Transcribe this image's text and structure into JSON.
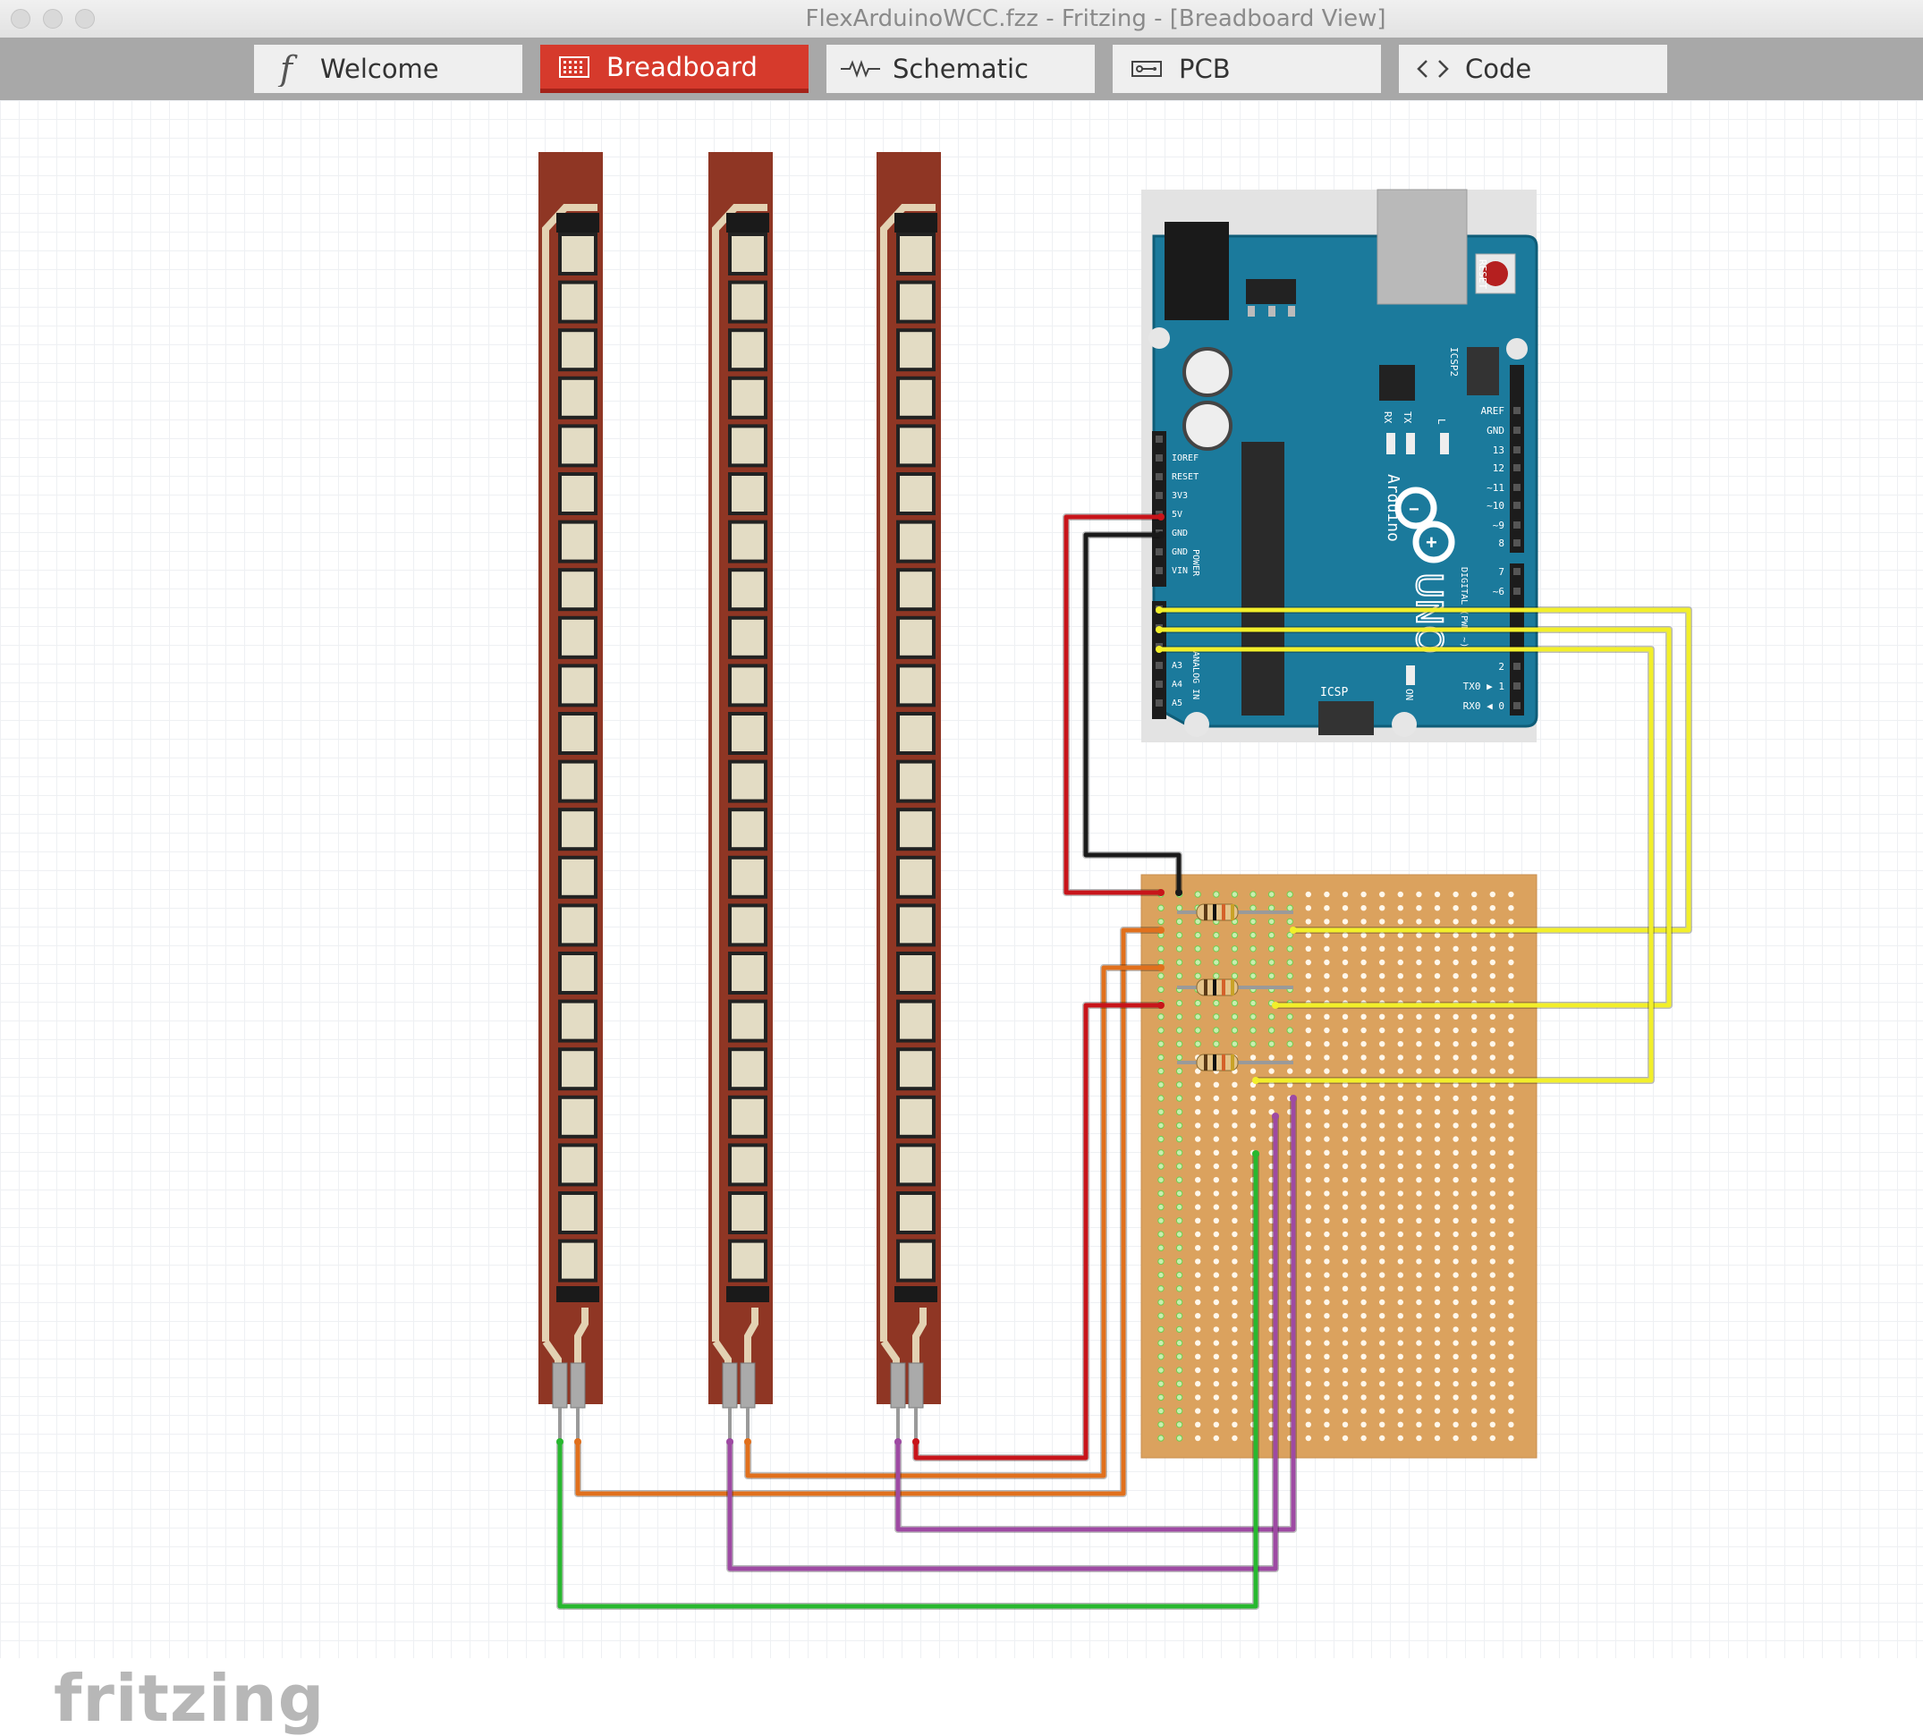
{
  "window": {
    "title": "FlexArduinoWCC.fzz - Fritzing - [Breadboard View]"
  },
  "tabs": [
    {
      "label": "Welcome",
      "icon": "fritzing-f-icon",
      "active": false
    },
    {
      "label": "Breadboard",
      "icon": "breadboard-icon",
      "active": true
    },
    {
      "label": "Schematic",
      "icon": "schematic-icon",
      "active": false
    },
    {
      "label": "PCB",
      "icon": "pcb-icon",
      "active": false
    },
    {
      "label": "Code",
      "icon": "code-icon",
      "active": false
    }
  ],
  "colors": {
    "active_tab": "#d63a2c",
    "arduino_board": "#1b7a9c",
    "flex_sensor": "#8f3624",
    "perfboard": "#dba25e",
    "wire_red": "#c8141a",
    "wire_black": "#1a1a1a",
    "wire_yellow": "#f2ef2a",
    "wire_orange": "#e1701c",
    "wire_green": "#28b82f",
    "wire_purple": "#9e4aa3"
  },
  "arduino": {
    "brand": "Arduino",
    "model": "UNO",
    "labels": {
      "reset": "RESET",
      "icsp2": "ICSP2",
      "icsp": "ICSP",
      "tx": "TX",
      "rx": "RX",
      "l": "L",
      "on": "ON",
      "power": "POWER",
      "analog_in": "ANALOG IN",
      "digital": "DIGITAL (PWM ~)",
      "power_pins": [
        "IOREF",
        "RESET",
        "3V3",
        "5V",
        "GND",
        "GND",
        "VIN"
      ],
      "analog_pins": [
        "A3",
        "A4",
        "A5"
      ],
      "digital_pins": [
        "AREF",
        "GND",
        "13",
        "12",
        "~11",
        "~10",
        "~9",
        "8",
        "7",
        "~6",
        "2",
        "TX0 ▶ 1",
        "RX0 ◀ 0"
      ]
    }
  },
  "flex_sensors": {
    "count": 3
  },
  "resistors": {
    "count": 3
  },
  "logo": "fritzing"
}
